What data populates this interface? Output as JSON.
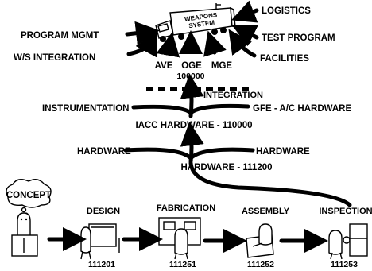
{
  "top": {
    "truck_label_line1": "WEAPONS",
    "truck_label_line2": "SYSTEM",
    "left_inputs": [
      "PROGRAM MGMT",
      "W/S INTEGRATION"
    ],
    "right_inputs": [
      "LOGISTICS",
      "TEST PROGRAM",
      "FACILITIES"
    ],
    "bottom_items": [
      "AVE",
      "OGE",
      "MGE"
    ],
    "system_code": "100000"
  },
  "integration_level": {
    "label": "INTEGRATION",
    "left": "INSTRUMENTATION",
    "right": "GFE - A/C HARDWARE",
    "result": "IACC HARDWARE - 110000"
  },
  "hardware_level": {
    "left": "HARDWARE",
    "right": "HARDWARE",
    "result": "HARDWARE - 111200"
  },
  "process": {
    "concept_label": "CONCEPT",
    "stages": [
      {
        "name": "DESIGN",
        "code": "111201"
      },
      {
        "name": "FABRICATION",
        "code": "111251"
      },
      {
        "name": "ASSEMBLY",
        "code": "111252"
      },
      {
        "name": "INSPECTION",
        "code": "111253"
      }
    ]
  }
}
